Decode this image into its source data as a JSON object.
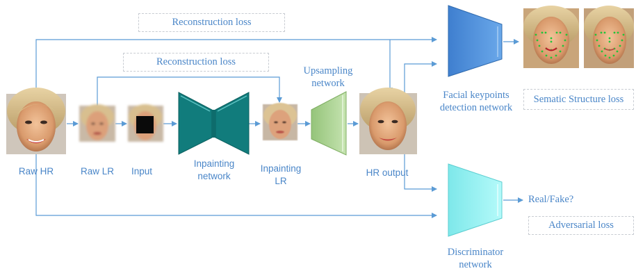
{
  "losses": {
    "top_reconstruction": "Reconstruction loss",
    "mid_reconstruction": "Reconstruction loss",
    "semantic_structure": "Sematic Structure loss",
    "adversarial": "Adversarial loss"
  },
  "nodes": {
    "raw_hr": "Raw HR",
    "raw_lr": "Raw LR",
    "input": "Input",
    "inpainting_network": [
      "Inpainting",
      "network"
    ],
    "inpainting_lr": [
      "Inpainting",
      "LR"
    ],
    "upsampling_network": [
      "Upsampling",
      "network"
    ],
    "hr_output": "HR output",
    "facial_keypoints": [
      "Facial keypoints",
      "detection network"
    ],
    "discriminator": [
      "Discriminator",
      "network"
    ],
    "real_fake": "Real/Fake?"
  },
  "colors": {
    "line": "#5b9bd5",
    "inpainting_net": "#117c7c",
    "upsampling_net": "#a9d18e",
    "keypoint_net": "#4f90d8",
    "discriminator_net": "#8ff0f0",
    "label_text": "#4a86c8"
  },
  "icons": [
    "face-photo",
    "pixelated-face",
    "masked-face",
    "keypoint-overlay-face"
  ]
}
